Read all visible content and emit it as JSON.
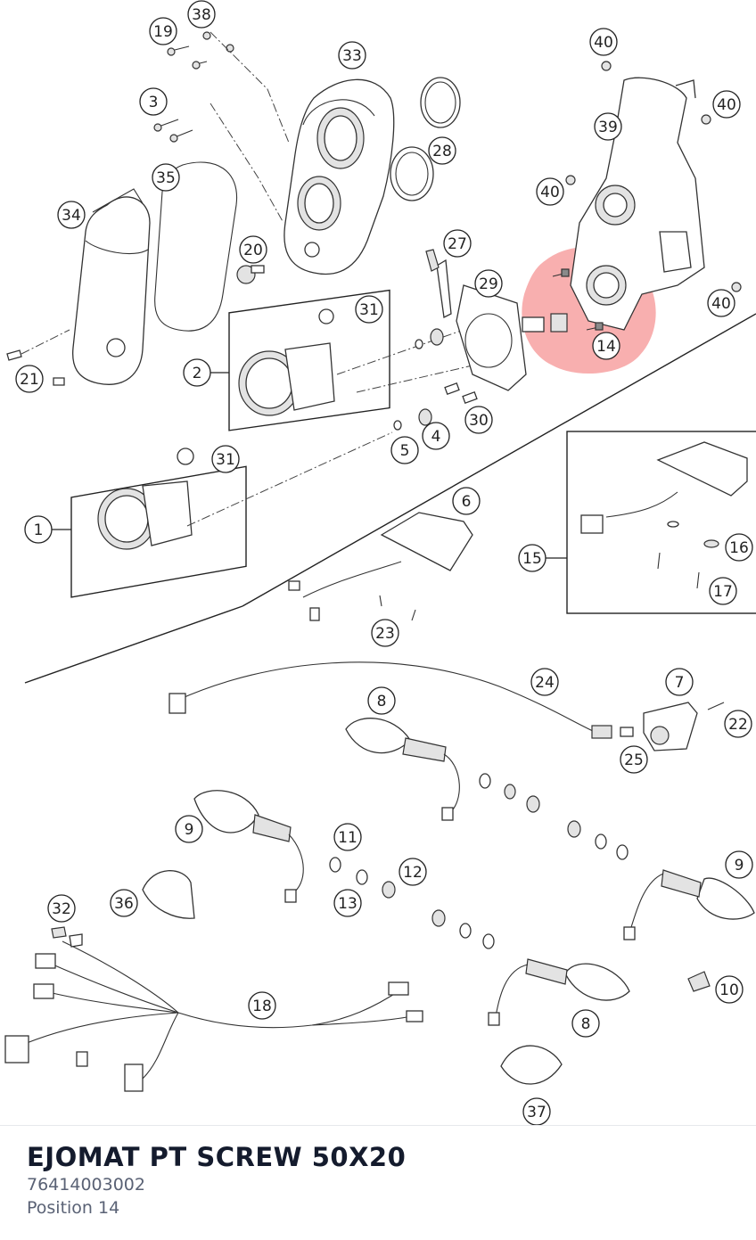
{
  "diagram": {
    "callouts": [
      {
        "label": "1"
      },
      {
        "label": "2"
      },
      {
        "label": "3"
      },
      {
        "label": "4"
      },
      {
        "label": "5"
      },
      {
        "label": "6"
      },
      {
        "label": "7"
      },
      {
        "label": "8"
      },
      {
        "label": "8"
      },
      {
        "label": "9"
      },
      {
        "label": "9"
      },
      {
        "label": "10"
      },
      {
        "label": "11"
      },
      {
        "label": "12"
      },
      {
        "label": "13"
      },
      {
        "label": "14"
      },
      {
        "label": "15"
      },
      {
        "label": "16"
      },
      {
        "label": "17"
      },
      {
        "label": "18"
      },
      {
        "label": "19"
      },
      {
        "label": "20"
      },
      {
        "label": "21"
      },
      {
        "label": "22"
      },
      {
        "label": "23"
      },
      {
        "label": "24"
      },
      {
        "label": "25"
      },
      {
        "label": "27"
      },
      {
        "label": "28"
      },
      {
        "label": "29"
      },
      {
        "label": "30"
      },
      {
        "label": "31"
      },
      {
        "label": "31"
      },
      {
        "label": "32"
      },
      {
        "label": "33"
      },
      {
        "label": "34"
      },
      {
        "label": "35"
      },
      {
        "label": "36"
      },
      {
        "label": "37"
      },
      {
        "label": "38"
      },
      {
        "label": "39"
      },
      {
        "label": "40"
      },
      {
        "label": "40"
      },
      {
        "label": "40"
      },
      {
        "label": "40"
      }
    ],
    "highlight_color": "#f26d6d"
  },
  "footer": {
    "part_name": "EJOMAT PT SCREW 50X20",
    "part_number": "76414003002",
    "position": "Position 14"
  }
}
